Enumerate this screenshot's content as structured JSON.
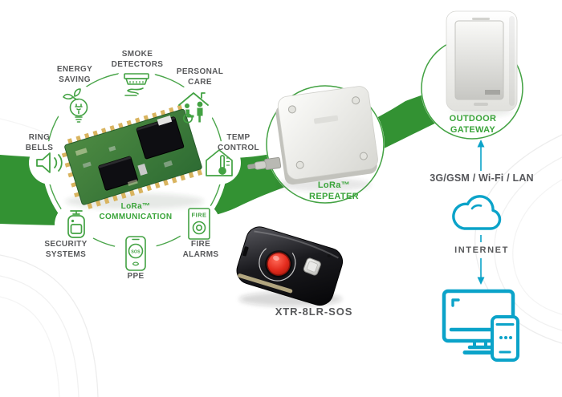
{
  "colors": {
    "ribbon_green": "#339233",
    "icon_green": "#43a243",
    "label_gray": "#58595b",
    "teal": "#0ba3c9",
    "sos_red": "#d92c20"
  },
  "hub": {
    "title": {
      "line1": "LoRa™",
      "line2": "COMMUNICATION"
    },
    "nodes": [
      {
        "id": "energy-saving",
        "line1": "ENERGY",
        "line2": "SAVING",
        "icon": "eco-bulb-icon"
      },
      {
        "id": "smoke-detectors",
        "line1": "SMOKE",
        "line2": "DETECTORS",
        "icon": "smoke-detector-icon"
      },
      {
        "id": "personal-care",
        "line1": "PERSONAL",
        "line2": "CARE",
        "icon": "assisted-home-icon"
      },
      {
        "id": "ring-bells",
        "line1": "RING",
        "line2": "BELLS",
        "icon": "speaker-icon"
      },
      {
        "id": "temp-control",
        "line1": "TEMP",
        "line2": "CONTROL",
        "icon": "house-thermometer-icon"
      },
      {
        "id": "security-systems",
        "line1": "SECURITY",
        "line2": "SYSTEMS",
        "icon": "cctv-camera-icon"
      },
      {
        "id": "fire-alarms",
        "line1": "FIRE",
        "line2": "ALARMS",
        "icon": "fire-callpoint-icon"
      },
      {
        "id": "ppe",
        "line1": "PPE",
        "line2": "",
        "icon": "sos-phone-icon"
      }
    ],
    "fire_icon_text": "FIRE",
    "sos_icon_text": "SOS"
  },
  "repeater": {
    "line1": "LoRa™",
    "line2": "REPEATER"
  },
  "gateway": {
    "line1": "OUTDOOR",
    "line2": "GATEWAY"
  },
  "uplink": {
    "label": "3G/GSM / Wi-Fi / LAN"
  },
  "internet": {
    "label": "INTERNET"
  },
  "sos_device": {
    "label": "XTR-8LR-SOS"
  }
}
